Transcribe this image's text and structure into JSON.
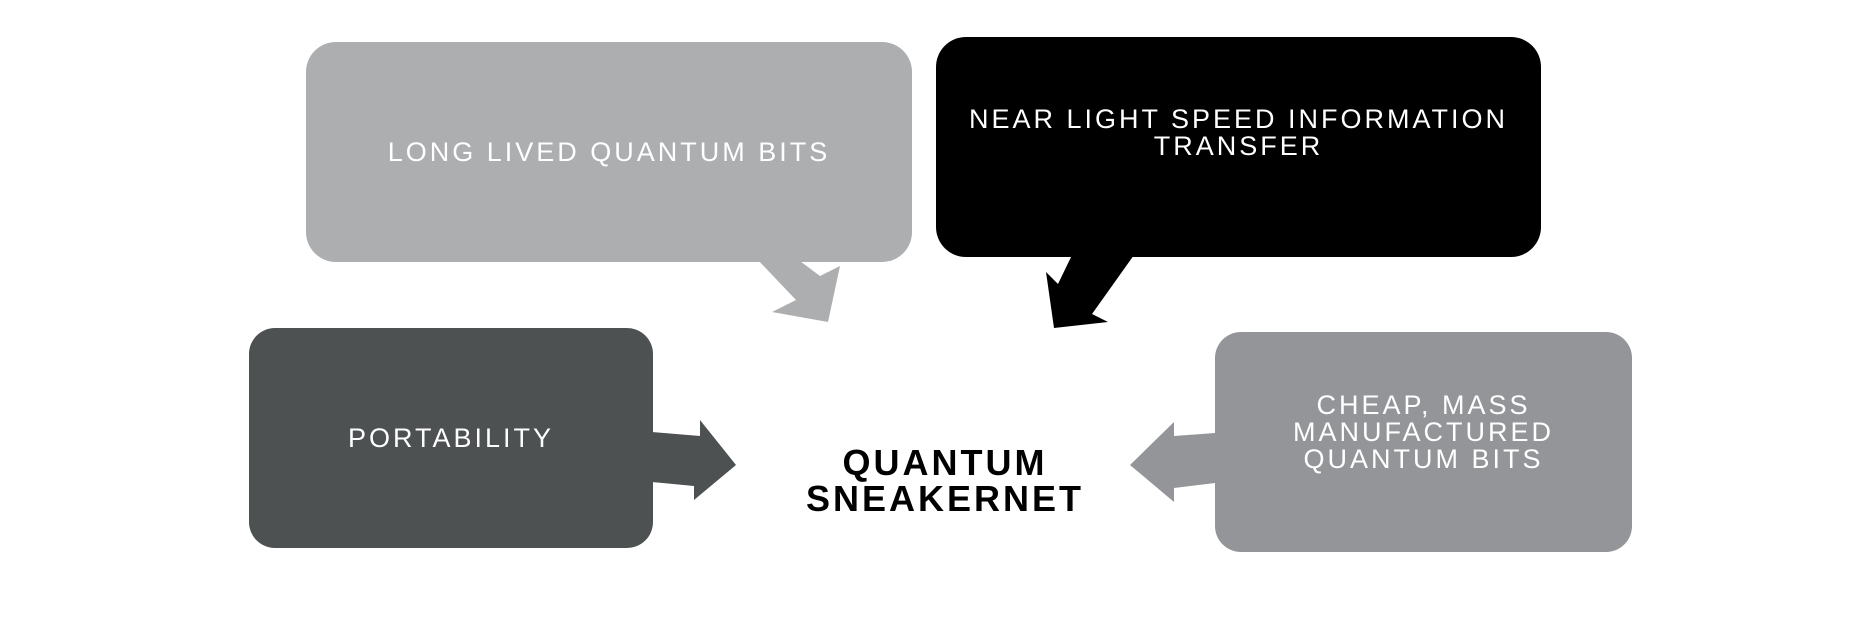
{
  "diagram": {
    "center": {
      "label": "QUANTUM SNEAKERNET",
      "color": "#000000"
    },
    "nodes": [
      {
        "id": "long-lived",
        "label": "LONG LIVED QUANTUM BITS",
        "color": "#adaeb0"
      },
      {
        "id": "near-light",
        "label": "NEAR LIGHT SPEED INFORMATION TRANSFER",
        "color": "#000000"
      },
      {
        "id": "portability",
        "label": "PORTABILITY",
        "color": "#4d5152"
      },
      {
        "id": "cheap",
        "label": "CHEAP, MASS MANUFACTURED QUANTUM BITS",
        "color": "#939598"
      }
    ],
    "edges": [
      {
        "from": "long-lived",
        "to": "center"
      },
      {
        "from": "near-light",
        "to": "center"
      },
      {
        "from": "portability",
        "to": "center"
      },
      {
        "from": "cheap",
        "to": "center"
      }
    ]
  }
}
